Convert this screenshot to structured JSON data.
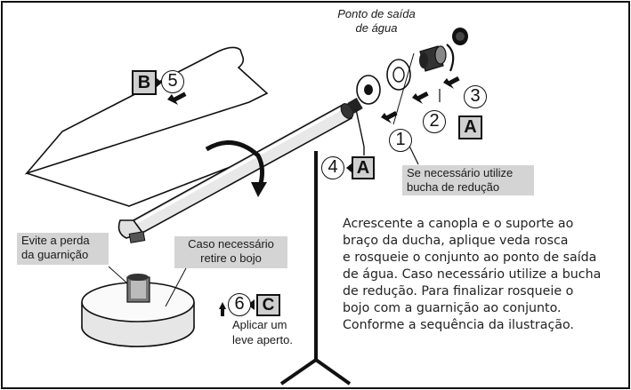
{
  "labels": {
    "outlet_point": "Ponto de saída\nde água",
    "reducer_note": "Se necessário utilize\nbucha de redução",
    "avoid_loss": "Evite a perda\nda guarnição",
    "remove_bowl": "Caso necessário\nretire o bojo",
    "light_tighten": "Aplicar um\nleve aperto."
  },
  "instructions": "Acrescente a canopla e o suporte ao\nbraço da ducha, aplique veda rosca\ne rosqueie o conjunto ao ponto de saída\nde água. Caso necessário utilize a bucha\nde redução. Para finalizar rosqueie o\nbojo com a guarnição ao conjunto.\nConforme a sequência da ilustração.",
  "steps": {
    "s1": "1",
    "s2": "2",
    "s3": "3",
    "s4": "4",
    "s5": "5",
    "s6": "6"
  },
  "tags": {
    "a1": "A",
    "a2": "A",
    "b": "B",
    "c": "C"
  },
  "colors": {
    "line": "#111111",
    "gray_label": "#d4d4d4",
    "tag_fill": "#cfcfcf"
  }
}
